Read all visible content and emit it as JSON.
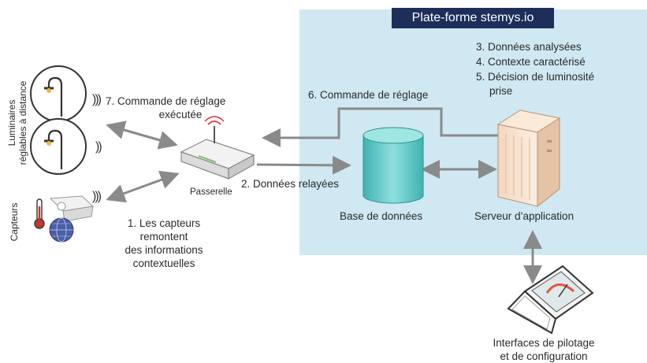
{
  "platform": {
    "title": "Plate-forme stemys.io"
  },
  "steps": {
    "s3": "3. Données analysées",
    "s4": "4. Contexte caractérisé",
    "s5a": "5. Décision de luminosité",
    "s5b": "prise",
    "s6": "6. Commande de réglage",
    "s7a": "7. Commande de réglage",
    "s7b": "exécutée",
    "s2": "2. Données relayées",
    "s1a": "1. Les capteurs",
    "s1b": "remontent",
    "s1c": "des informations",
    "s1d": "contextuelles"
  },
  "labels": {
    "passerelle": "Passerelle",
    "database": "Base de données",
    "server": "Serveur d’application",
    "interfaces_a": "Interfaces de pilotage",
    "interfaces_b": "et de configuration",
    "luminaires_a": "Luminaires",
    "luminaires_b": "réglables à distance",
    "capteurs": "Capteurs"
  },
  "colors": {
    "platform_bg": "#cfe8f1",
    "title_bg": "#1d2e5b",
    "arrow": "#8a8a8a",
    "database": "#5fc9c8"
  },
  "icons": [
    "streetlight-icon",
    "wireless-signal-icon",
    "router-icon",
    "database-icon",
    "server-icon",
    "laptop-gauge-icon",
    "thermometer-icon",
    "camera-icon",
    "globe-icon"
  ]
}
